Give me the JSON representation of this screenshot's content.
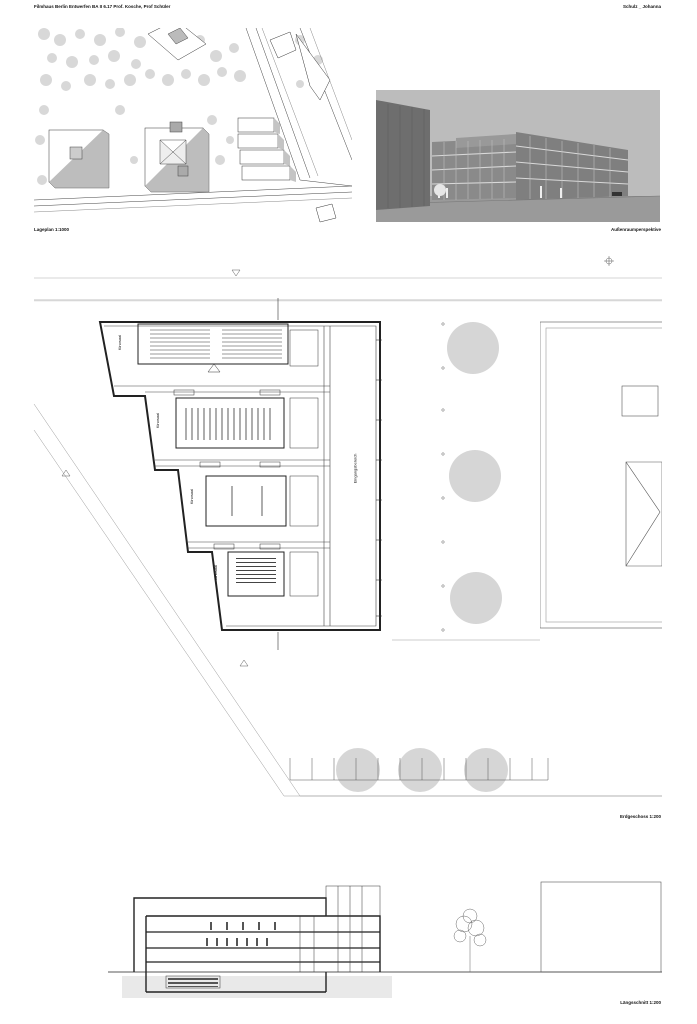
{
  "header": {
    "left_text": "Filmhaus Berlin Entwerfen BA II 6.17 Prof. Kosche, Prof Schüler",
    "right_text": "Schulz _ Johanna"
  },
  "captions": {
    "site_plan": "Lageplan 1:1000",
    "perspective": "Außenraumperspektive",
    "ground_floor": "Erdgeschoss 1:200",
    "long_section": "Längsschnitt 1:200"
  },
  "plan_labels": {
    "room_1": "Kinosaal",
    "room_2": "Kinosaal",
    "room_3": "Kinosaal",
    "room_4": "Kinosaal",
    "foyer": "Eingangsbereich"
  },
  "colors": {
    "line": "#222222",
    "light_line": "#9a9a9a",
    "tree_fill": "#d6d6d6",
    "sky": "#b9b9b9",
    "facade": "#8c8c8c"
  }
}
